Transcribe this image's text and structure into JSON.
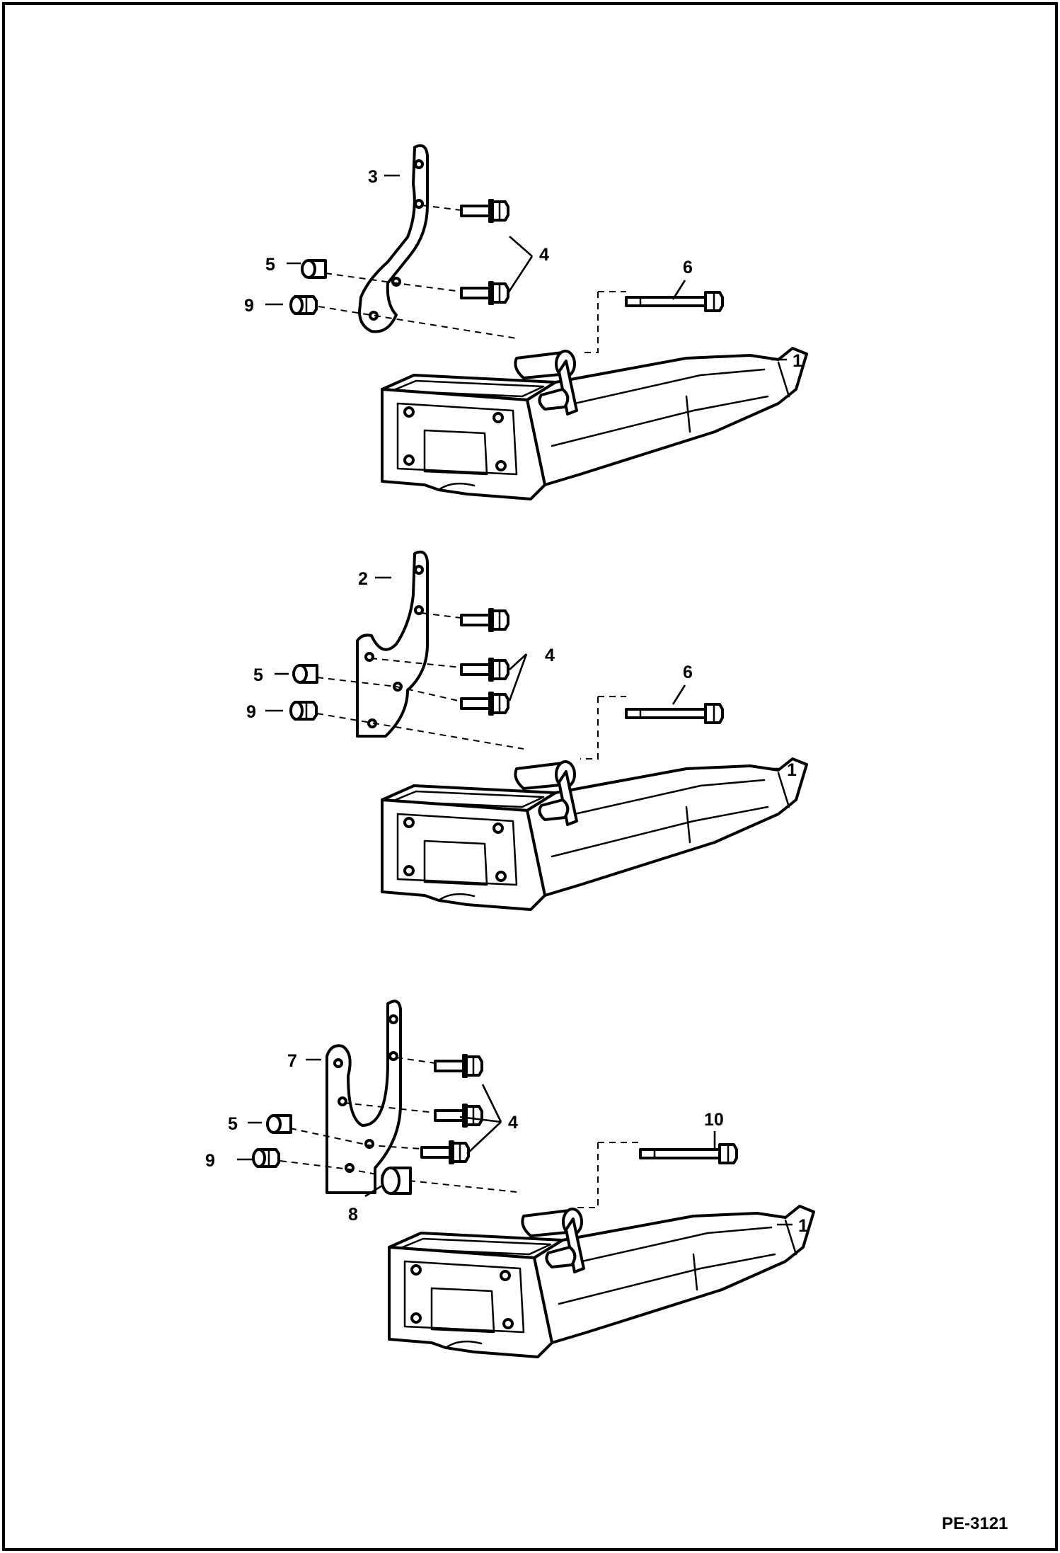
{
  "diagram": {
    "reference": "PE-3121",
    "views": [
      {
        "callouts": [
          {
            "n": "3"
          },
          {
            "n": "4"
          },
          {
            "n": "5"
          },
          {
            "n": "6"
          },
          {
            "n": "9"
          },
          {
            "n": "1"
          }
        ]
      },
      {
        "callouts": [
          {
            "n": "2"
          },
          {
            "n": "4"
          },
          {
            "n": "5"
          },
          {
            "n": "6"
          },
          {
            "n": "9"
          },
          {
            "n": "1"
          }
        ]
      },
      {
        "callouts": [
          {
            "n": "7"
          },
          {
            "n": "4"
          },
          {
            "n": "5"
          },
          {
            "n": "10"
          },
          {
            "n": "9"
          },
          {
            "n": "8"
          },
          {
            "n": "1"
          }
        ]
      }
    ]
  }
}
